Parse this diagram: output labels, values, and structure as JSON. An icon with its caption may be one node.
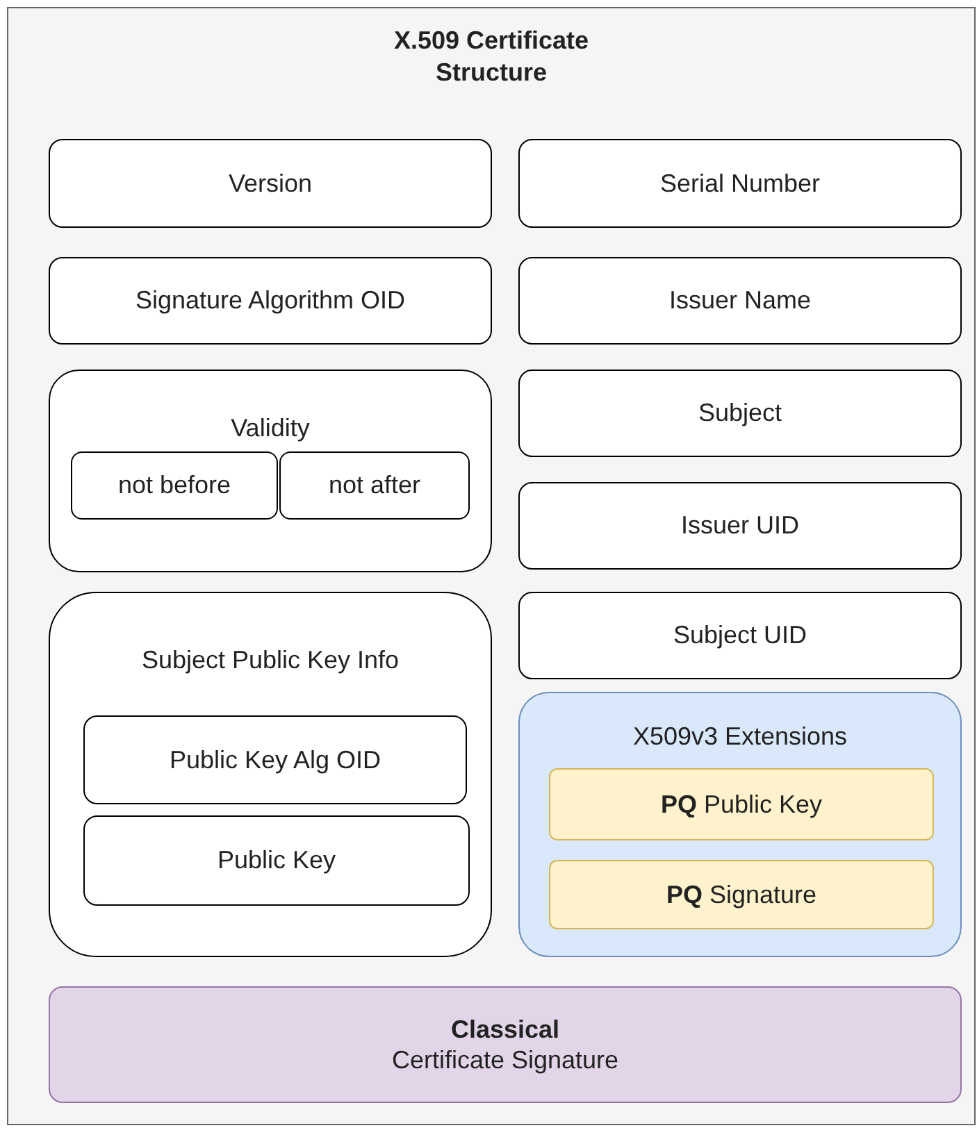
{
  "diagram": {
    "nodes": [
      {
        "text": [
          "X.509 Certificate Structure"
        ]
      },
      {
        "text": [
          "Version"
        ],
        "in": 0
      },
      {
        "text": [
          "Serial Number"
        ],
        "in": 0
      },
      {
        "text": [
          "Signature Algorithm OID"
        ],
        "in": 0
      },
      {
        "text": [
          "Issuer Name"
        ],
        "in": 0
      },
      {
        "text": [
          "Validity"
        ],
        "in": 0
      },
      {
        "text": [
          "not before"
        ],
        "in": 5
      },
      {
        "text": [
          "not after"
        ],
        "in": 5
      },
      {
        "text": [
          "Subject"
        ],
        "in": 0
      },
      {
        "text": [
          "Issuer UID"
        ],
        "in": 0
      },
      {
        "text": [
          "Subject Public Key Info"
        ],
        "in": 0
      },
      {
        "text": [
          "Public Key Alg OID"
        ],
        "in": 10
      },
      {
        "text": [
          "Public Key"
        ],
        "in": 10
      },
      {
        "text": [
          "Subject UID"
        ],
        "in": 0
      },
      {
        "text": [
          "X509v3 Extensions"
        ],
        "in": 0
      },
      {
        "text": [
          "**PQ** Public Key"
        ],
        "in": 14
      },
      {
        "text": [
          "**PQ** Signature"
        ],
        "in": 14
      },
      {
        "text": [
          "Classical",
          "Certificate Signature"
        ],
        "in": 0
      }
    ]
  }
}
